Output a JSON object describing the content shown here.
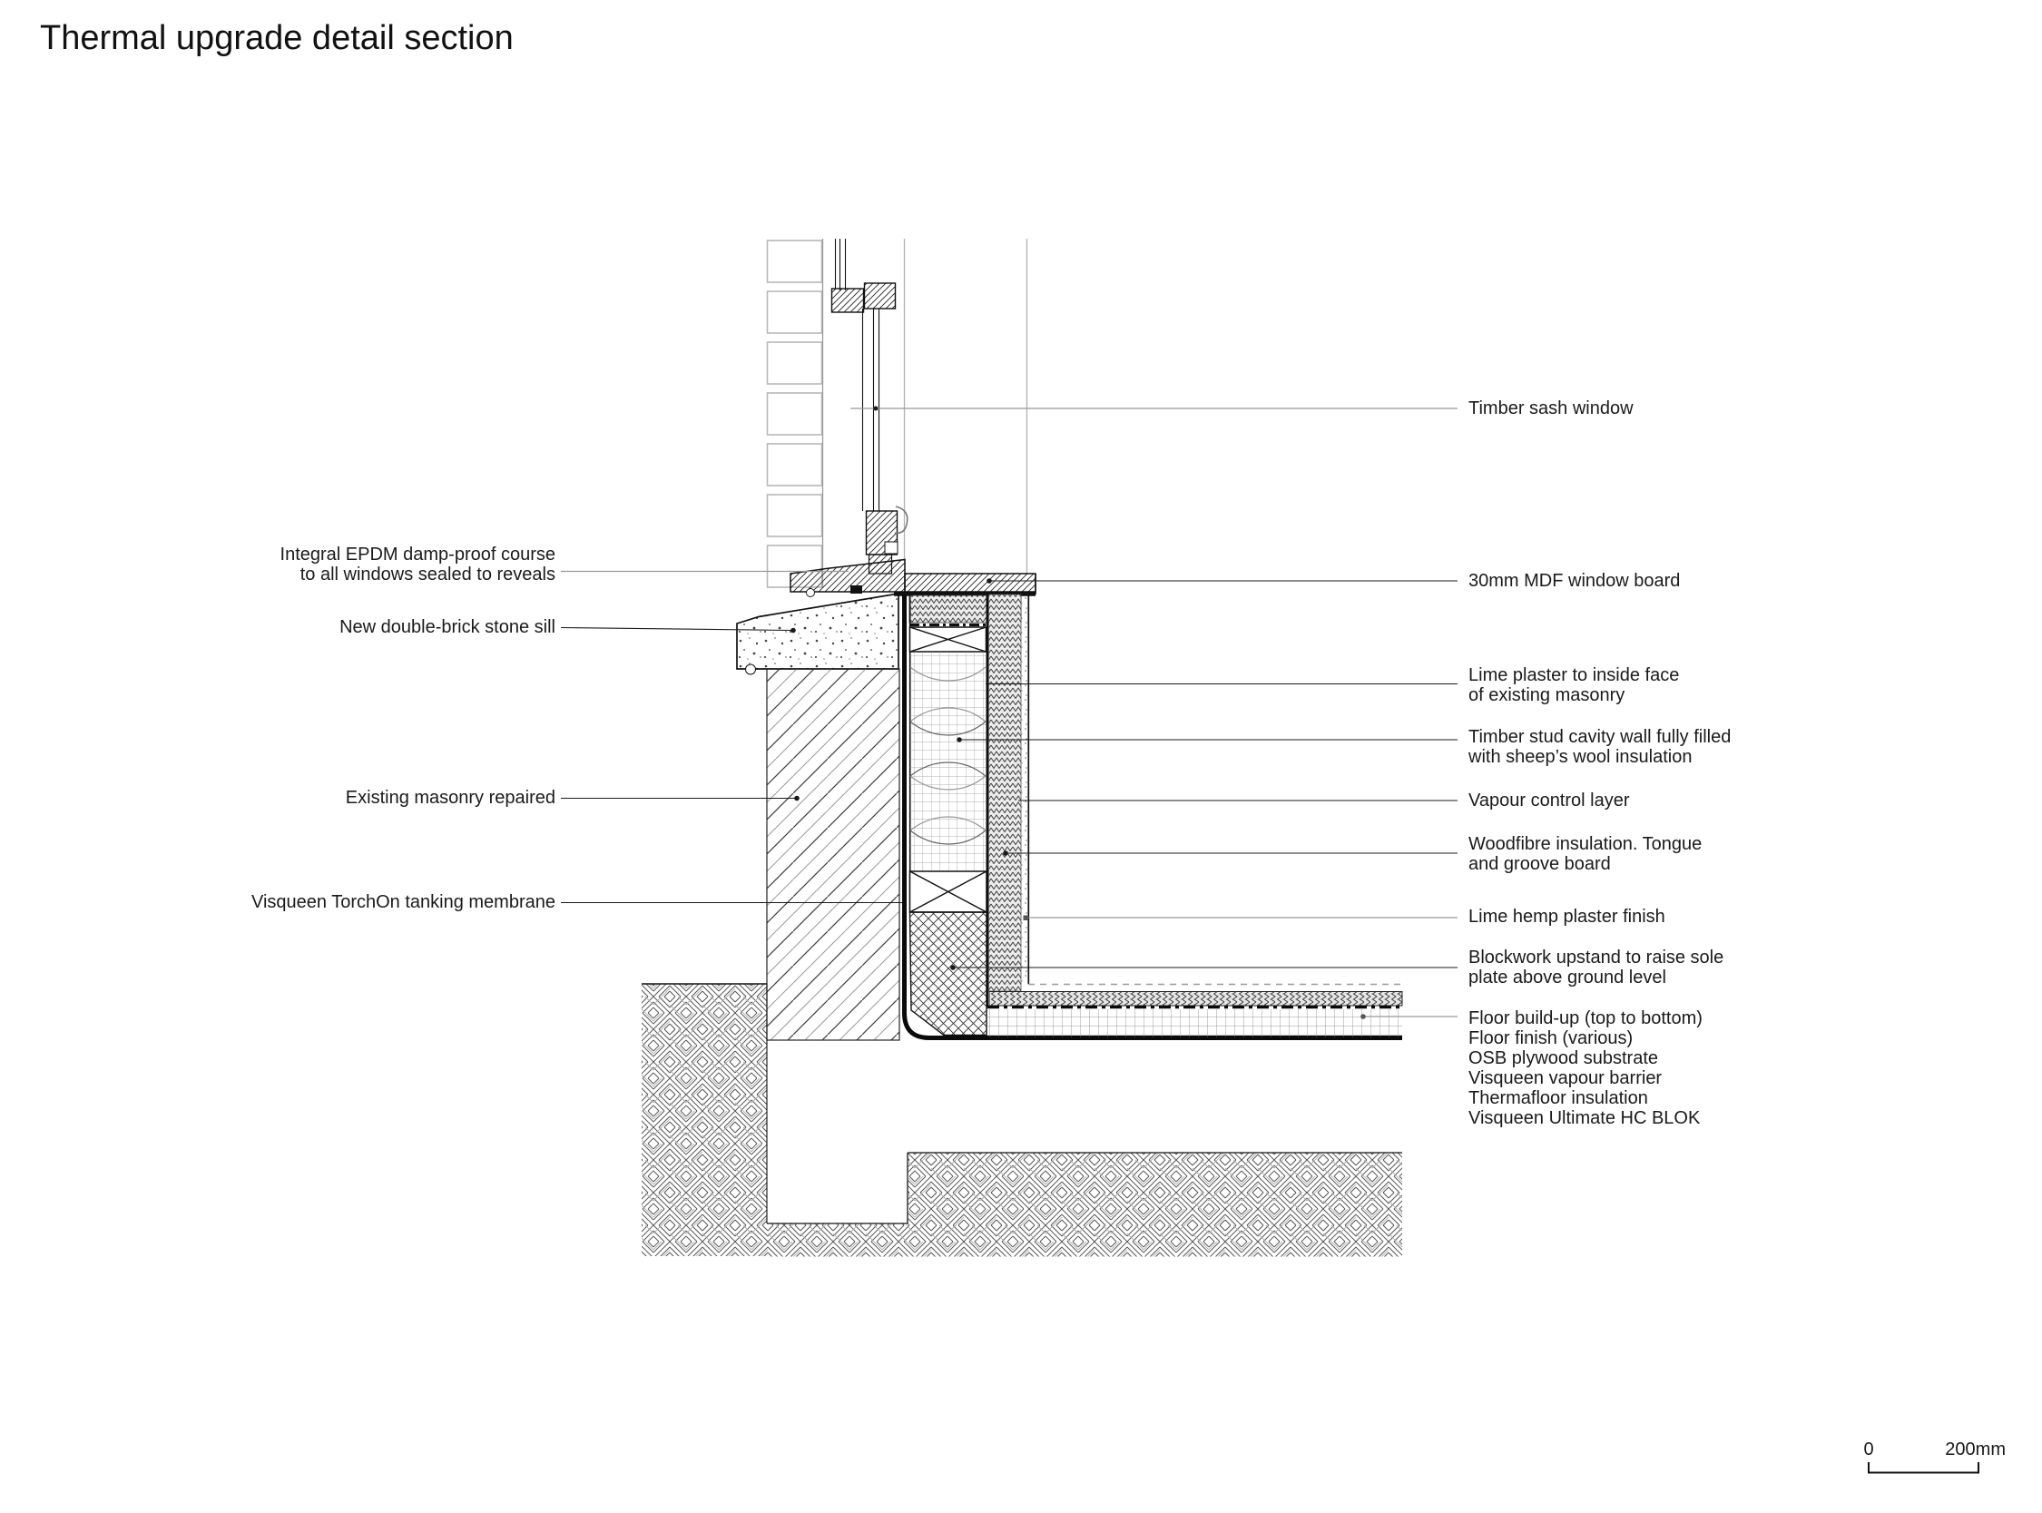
{
  "title": "Thermal upgrade detail section",
  "labels_left": [
    {
      "id": "epdm-dpc",
      "text": "Integral EPDM damp-proof course\nto all windows sealed to reveals"
    },
    {
      "id": "stone-sill",
      "text": "New double-brick stone sill"
    },
    {
      "id": "existing-masonry",
      "text": "Existing masonry repaired"
    },
    {
      "id": "tanking-membrane",
      "text": "Visqueen TorchOn tanking membrane"
    }
  ],
  "labels_right": [
    {
      "id": "timber-sash-window",
      "text": "Timber sash window"
    },
    {
      "id": "mdf-window-board",
      "text": "30mm MDF window board"
    },
    {
      "id": "lime-plaster",
      "text": "Lime plaster to inside face\nof existing masonry"
    },
    {
      "id": "timber-stud-wall",
      "text": "Timber stud cavity wall fully filled\nwith sheep’s wool insulation"
    },
    {
      "id": "vapour-control",
      "text": "Vapour control layer"
    },
    {
      "id": "woodfibre-insulation",
      "text": "Woodfibre insulation. Tongue\nand groove board"
    },
    {
      "id": "lime-hemp-plaster",
      "text": "Lime hemp plaster finish"
    },
    {
      "id": "blockwork-upstand",
      "text": "Blockwork upstand to raise sole\nplate above ground level"
    },
    {
      "id": "floor-buildup",
      "text": "Floor build-up (top to bottom)\nFloor finish (various)\nOSB plywood substrate\nVisqueen vapour barrier\nThermafloor insulation\nVisqueen Ultimate HC BLOK"
    }
  ],
  "scale_bar": {
    "start": "0",
    "end": "200mm"
  },
  "colors": {
    "line": "#1a1a1a",
    "reference": "#999999",
    "brick_outline": "#b8b8b8"
  }
}
